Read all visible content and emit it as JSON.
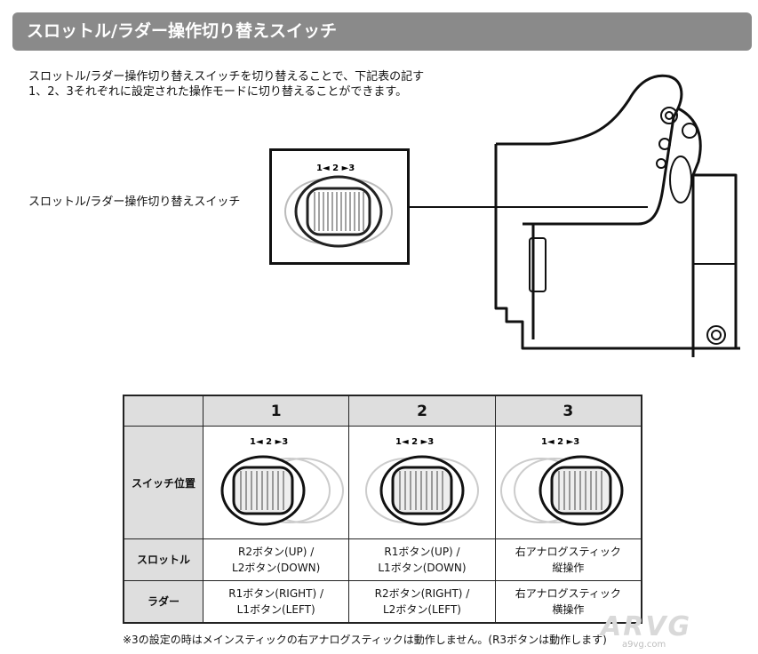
{
  "header": {
    "title": "スロットル/ラダー操作切り替えスイッチ"
  },
  "intro": {
    "line1": "スロットル/ラダー操作切り替えスイッチを切り替えることで、下記表の記す",
    "line2": "1、2、3それぞれに設定された操作モードに切り替えることができます。"
  },
  "callout": {
    "label": "スロットル/ラダー操作切り替えスイッチ",
    "switch_scale": "1◄ 2 ►3"
  },
  "table": {
    "columns": [
      "1",
      "2",
      "3"
    ],
    "switch_row": {
      "label": "スイッチ位置",
      "scale": "1◄ 2 ►3"
    },
    "throttle_row": {
      "label": "スロットル",
      "cells": [
        [
          "R2ボタン(UP) /",
          "L2ボタン(DOWN)"
        ],
        [
          "R1ボタン(UP) /",
          "L1ボタン(DOWN)"
        ],
        [
          "右アナログスティック",
          "縦操作"
        ]
      ]
    },
    "rudder_row": {
      "label": "ラダー",
      "cells": [
        [
          "R1ボタン(RIGHT) /",
          "L1ボタン(LEFT)"
        ],
        [
          "R2ボタン(RIGHT) /",
          "L2ボタン(LEFT)"
        ],
        [
          "右アナログスティック",
          "横操作"
        ]
      ]
    }
  },
  "note": "※3の設定の時はメインスティックの右アナログスティックは動作しません。(R3ボタンは動作します)",
  "watermark": {
    "logo": "ARVG",
    "sub": "a9vg.com"
  }
}
